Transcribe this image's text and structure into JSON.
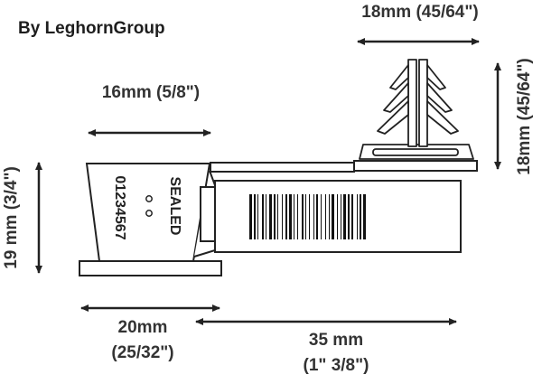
{
  "brand": "By LeghornGroup",
  "dimensions": {
    "top_width": "18mm (45/64\")",
    "right_height": "18mm (45/64\")",
    "head_width": "16mm (5/8\")",
    "left_height": "19 mm (3/4\")",
    "base_width_line1": "20mm",
    "base_width_line2": "(25/32\")",
    "tail_length_line1": "35 mm",
    "tail_length_line2": "(1\" 3/8\")"
  },
  "seal_text": {
    "sealed": "SEALED",
    "number": "01234567"
  },
  "colors": {
    "outline": "#222222",
    "fill": "#ffffff",
    "text": "#333333",
    "barcode": "#111111"
  }
}
